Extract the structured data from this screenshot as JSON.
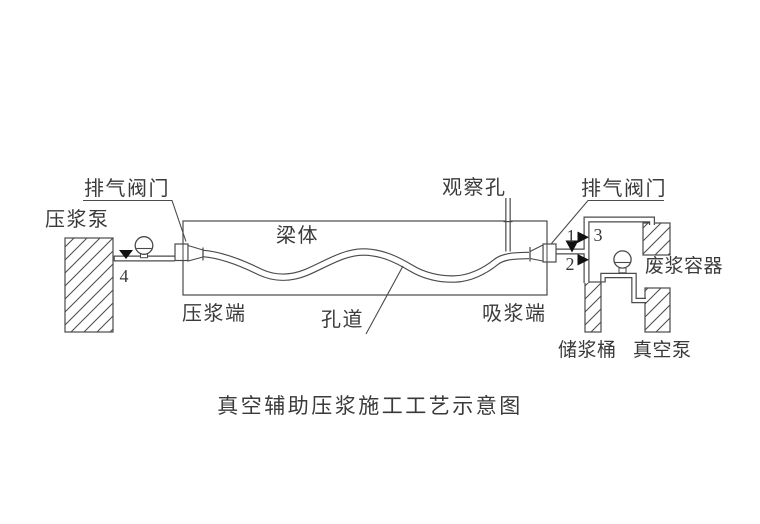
{
  "diagram": {
    "title": "真空辅助压浆施工工艺示意图",
    "colors": {
      "line": "#4a4a4a",
      "text": "#3a3a3a",
      "valve_fill": "#111111",
      "background": "#ffffff"
    },
    "labels": {
      "exhaust_valve_left": "排气阀门",
      "grouting_pump": "压浆泵",
      "beam_body": "梁体",
      "observation_hole": "观察孔",
      "exhaust_valve_right": "排气阀门",
      "grouting_end": "压浆端",
      "duct": "孔道",
      "suction_end": "吸浆端",
      "waste_container": "废浆容器",
      "storage_barrel": "储浆桶",
      "vacuum_pump": "真空泵"
    },
    "valves": {
      "v1": "1",
      "v2": "2",
      "v3": "3",
      "v4": "4"
    }
  }
}
